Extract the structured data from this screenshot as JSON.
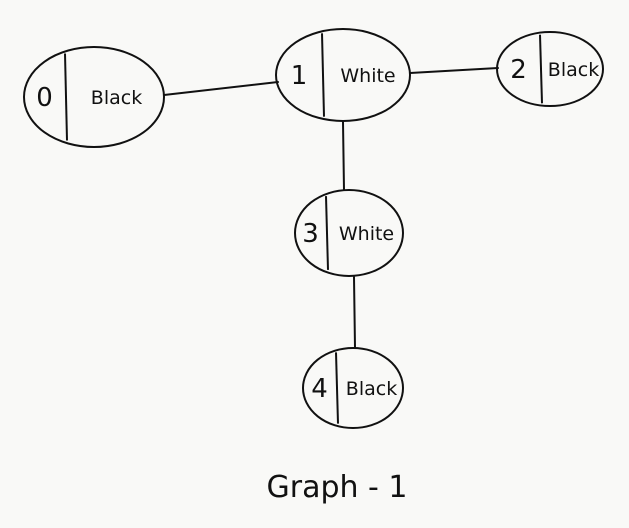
{
  "graph": {
    "caption": "Graph - 1",
    "nodes": [
      {
        "id": "0",
        "color": "Black"
      },
      {
        "id": "1",
        "color": "White"
      },
      {
        "id": "2",
        "color": "Black"
      },
      {
        "id": "3",
        "color": "White"
      },
      {
        "id": "4",
        "color": "Black"
      }
    ],
    "edges": [
      {
        "from": "0",
        "to": "1"
      },
      {
        "from": "1",
        "to": "2"
      },
      {
        "from": "1",
        "to": "3"
      },
      {
        "from": "3",
        "to": "4"
      }
    ]
  },
  "style": {
    "stroke_color": "#111111",
    "background_color": "#f9f9f7"
  }
}
